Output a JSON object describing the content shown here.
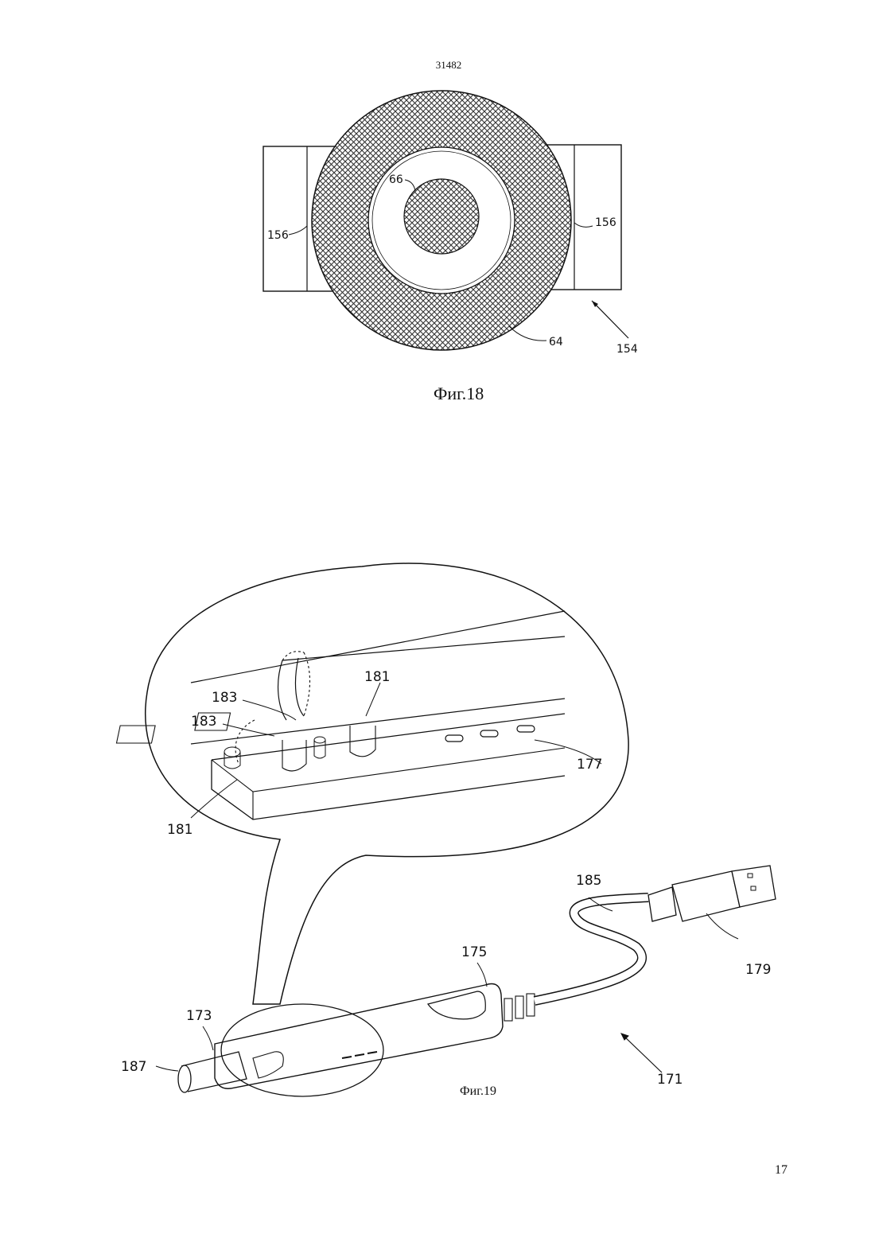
{
  "document_number": "31482",
  "page_number": "17",
  "figure18": {
    "caption": "Фиг.18",
    "labels": {
      "ref_66": "66",
      "ref_156_left": "156",
      "ref_156_right": "156",
      "ref_64": "64",
      "ref_154": "154"
    }
  },
  "figure19": {
    "caption": "Фиг.19",
    "labels": {
      "ref_181_top": "181",
      "ref_183_a": "183",
      "ref_183_b": "183",
      "ref_181_bottom": "181",
      "ref_177": "177",
      "ref_185": "185",
      "ref_179": "179",
      "ref_175": "175",
      "ref_173": "173",
      "ref_187": "187",
      "ref_171": "171"
    }
  }
}
